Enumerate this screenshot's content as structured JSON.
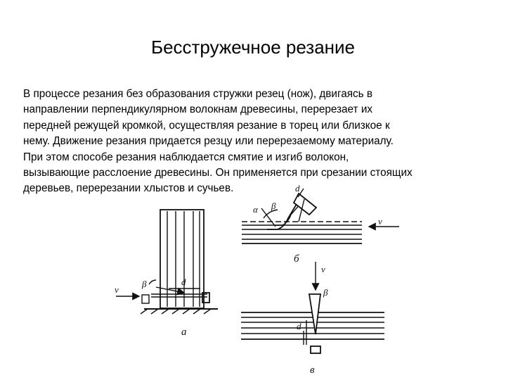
{
  "slide": {
    "title": "Бесстружечное резание",
    "lines": [
      "В  процессе   резания без образования стружки резец (нож), двигаясь в",
      "направлении перпендикулярном волокнам древесины, перерезает их",
      "передней режущей кромкой, осуществляя резание в торец или близкое к",
      "нему. Движение резания придается резцу или перерезаемому материалу.",
      "При этом способе резания наблюдается смятие и изгиб волокон,",
      "вызывающие расслоение древесины. Он применяется при срезании стоящих",
      "деревьев, перерезании хлыстов и сучьев."
    ]
  },
  "figure": {
    "labels": {
      "a": "а",
      "b": "б",
      "v": "в",
      "alpha": "α",
      "beta": "β",
      "d": "d",
      "speed": "v"
    }
  }
}
